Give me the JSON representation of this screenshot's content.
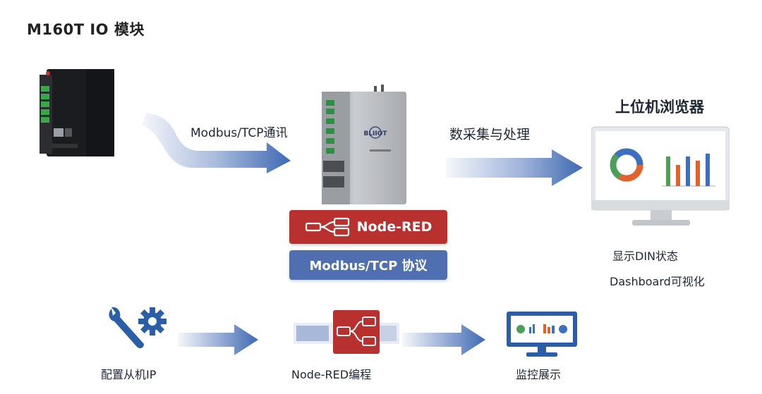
{
  "title": "M160T IO 模块",
  "top_flow": {
    "arrow1_label": "Modbus/TCP通讯",
    "arrow2_label": "数采集与处理",
    "host_title": "上位机浏览器",
    "host_lines": [
      "显示DIN状态",
      "Dashboard可视化"
    ]
  },
  "gateway": {
    "badge1": "Node-RED",
    "badge2": "Modbus/TCP 协议",
    "brand": "BLIIOT"
  },
  "bottom_flow": {
    "steps": [
      "配置从机IP",
      "Node-RED编程",
      "监控展示"
    ]
  },
  "colors": {
    "red_badge": "#b8312f",
    "blue_badge": "#4f6fb0",
    "arrow_blue": "#3f69b3",
    "icon_blue": "#2a5fa8"
  }
}
